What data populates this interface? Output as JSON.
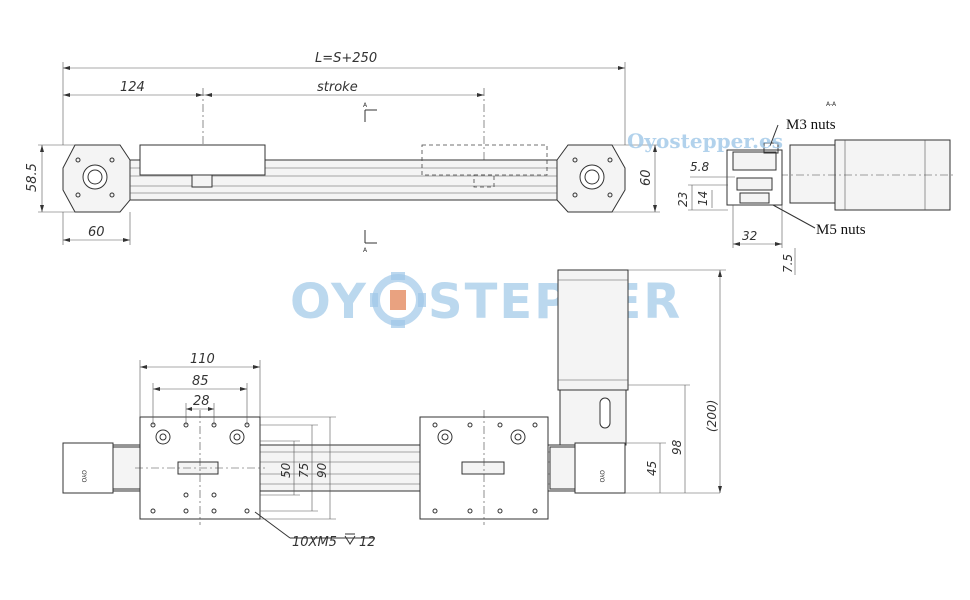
{
  "watermark": {
    "logo_text_left": "OY",
    "logo_text_right": "STEPPER",
    "small_text": "Oyostepper.es"
  },
  "top_view": {
    "dim_total_length": "L=S+250",
    "dim_offset": "124",
    "dim_stroke": "stroke",
    "dim_height": "58.5",
    "dim_right_height": "60",
    "dim_bottom_width": "60",
    "section_label_top": "A",
    "section_label_bottom": "A"
  },
  "section_view": {
    "title": "A-A",
    "m3_label": "M3  nuts",
    "m5_label": "M5  nuts",
    "dim_5_8": "5.8",
    "dim_23": "23",
    "dim_14": "14",
    "dim_32": "32",
    "dim_7_5": "7.5"
  },
  "front_view": {
    "dim_110": "110",
    "dim_85": "85",
    "dim_28": "28",
    "dim_50": "50",
    "dim_75": "75",
    "dim_90": "90",
    "dim_45": "45",
    "dim_98": "98",
    "dim_200": "(200)",
    "hole_note": "10XM5",
    "hole_depth": "12",
    "plate_logo_left": "OYO",
    "plate_logo_right": "OYO"
  }
}
